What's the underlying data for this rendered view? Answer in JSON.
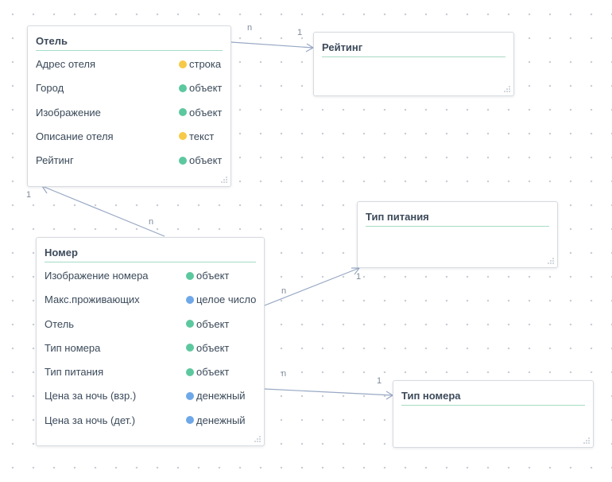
{
  "colors": {
    "string": "#f7c948",
    "object": "#5cc8a0",
    "text": "#f7c948",
    "integer": "#6fa8e8",
    "money": "#6fa8e8",
    "link": "#98a8c4",
    "title_rule": "#a6dcc5"
  },
  "entities": {
    "hotel": {
      "title": "Отель",
      "fields": [
        {
          "name": "Адрес отеля",
          "type": "строка",
          "color": "#f7c948"
        },
        {
          "name": "Город",
          "type": "объект",
          "color": "#5cc8a0"
        },
        {
          "name": "Изображение",
          "type": "объект",
          "color": "#5cc8a0"
        },
        {
          "name": "Описание отеля",
          "type": "текст",
          "color": "#f7c948"
        },
        {
          "name": "Рейтинг",
          "type": "объект",
          "color": "#5cc8a0"
        }
      ]
    },
    "rating": {
      "title": "Рейтинг",
      "fields": []
    },
    "meal_type": {
      "title": "Тип питания",
      "fields": []
    },
    "room": {
      "title": "Номер",
      "fields": [
        {
          "name": "Изображение номера",
          "type": "объект",
          "color": "#5cc8a0"
        },
        {
          "name": "Макс.проживающих",
          "type": "целое число",
          "color": "#6fa8e8"
        },
        {
          "name": "Отель",
          "type": "объект",
          "color": "#5cc8a0"
        },
        {
          "name": "Тип номера",
          "type": "объект",
          "color": "#5cc8a0"
        },
        {
          "name": "Тип питания",
          "type": "объект",
          "color": "#5cc8a0"
        },
        {
          "name": "Цена за ночь (взр.)",
          "type": "денежный",
          "color": "#6fa8e8"
        },
        {
          "name": "Цена за ночь (дет.)",
          "type": "денежный",
          "color": "#6fa8e8"
        }
      ]
    },
    "room_type": {
      "title": "Тип номера",
      "fields": []
    }
  },
  "relations": [
    {
      "from": "hotel",
      "to": "rating",
      "from_card": "n",
      "to_card": "1"
    },
    {
      "from": "room",
      "to": "hotel",
      "from_card": "n",
      "to_card": "1"
    },
    {
      "from": "room",
      "to": "meal_type",
      "from_card": "n",
      "to_card": "1"
    },
    {
      "from": "room",
      "to": "room_type",
      "from_card": "n",
      "to_card": "1"
    }
  ]
}
